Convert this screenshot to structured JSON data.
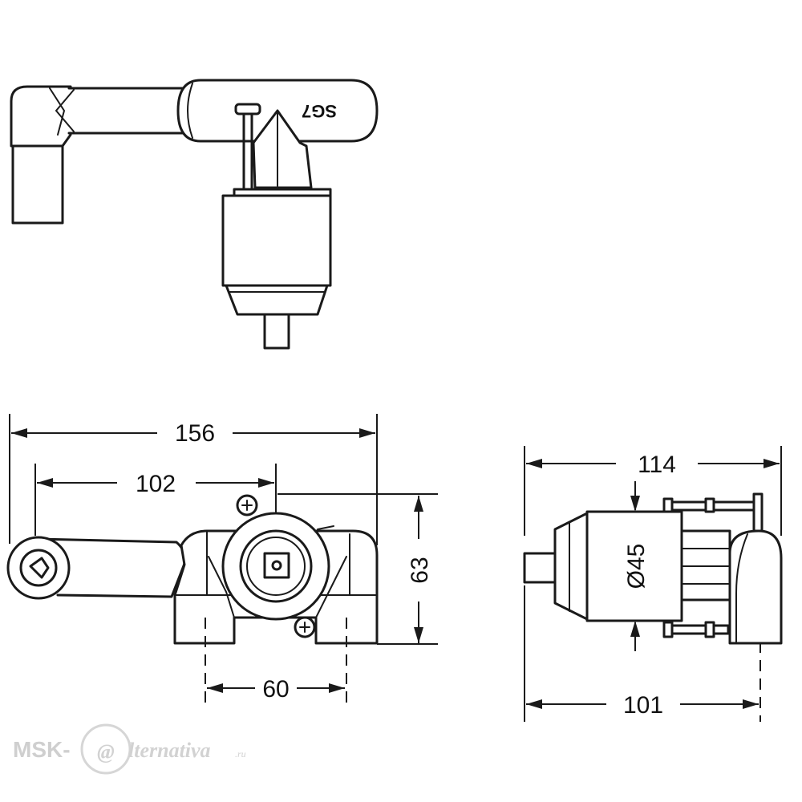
{
  "dimensions": {
    "overall_length": "156",
    "outlet_to_axis": "102",
    "height": "63",
    "inlet_spacing": "60",
    "side_depth": "114",
    "body_diameter": "Ø45",
    "side_base_depth": "101"
  },
  "part_marking": "SG7",
  "watermark": {
    "prefix": "MSK-",
    "at_symbol": "@",
    "main": "lternativa",
    "suffix": ".ru"
  }
}
